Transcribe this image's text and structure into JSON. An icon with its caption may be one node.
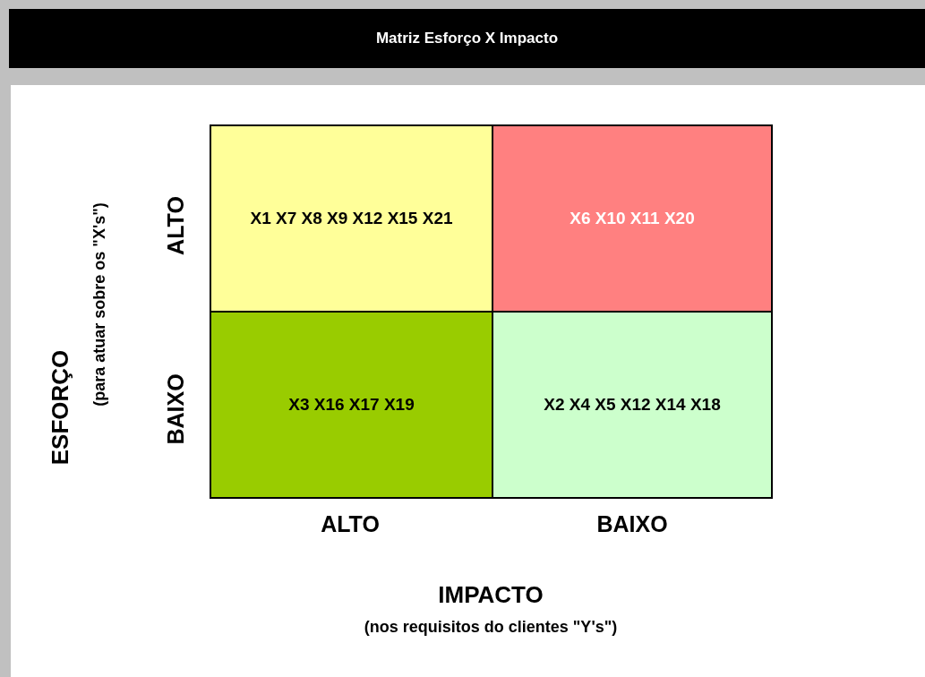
{
  "diagram": {
    "title": "Matriz Esforço X Impacto",
    "nodes": [
      {
        "text": [
          "X1 X7 X8 X9 X12 X15 X21"
        ]
      },
      {
        "text": [
          "X6 X10 X11 X20"
        ]
      },
      {
        "text": [
          "X3 X16 X17 X19"
        ]
      },
      {
        "text": [
          "X2 X4 X5 X12 X14 X18"
        ]
      }
    ],
    "edges": [],
    "labels": [
      "ESFORÇO",
      "(para atuar sobre os \"X's\")",
      "ALTO",
      "BAIXO",
      "ALTO",
      "BAIXO",
      "IMPACTO",
      "(nos requisitos do clientes \"Y's\")"
    ]
  }
}
